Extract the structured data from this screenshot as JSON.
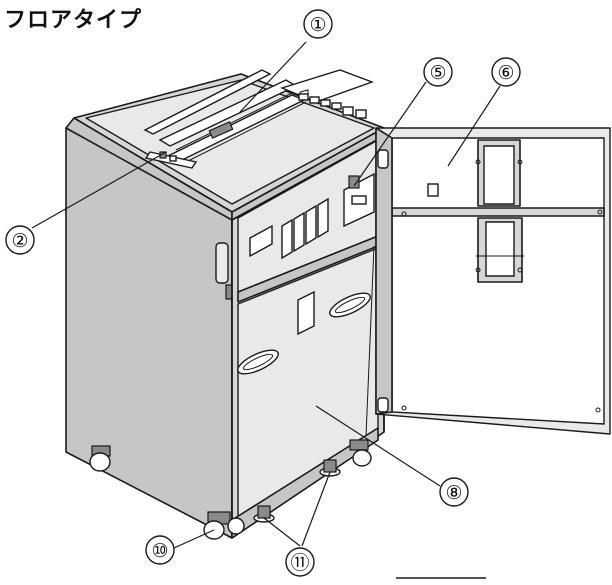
{
  "title": "フロアタイプ",
  "callouts": {
    "c1": "①",
    "c2": "②",
    "c5": "⑤",
    "c6": "⑥",
    "c8": "⑧",
    "c10": "⑩",
    "c11": "⑪"
  }
}
